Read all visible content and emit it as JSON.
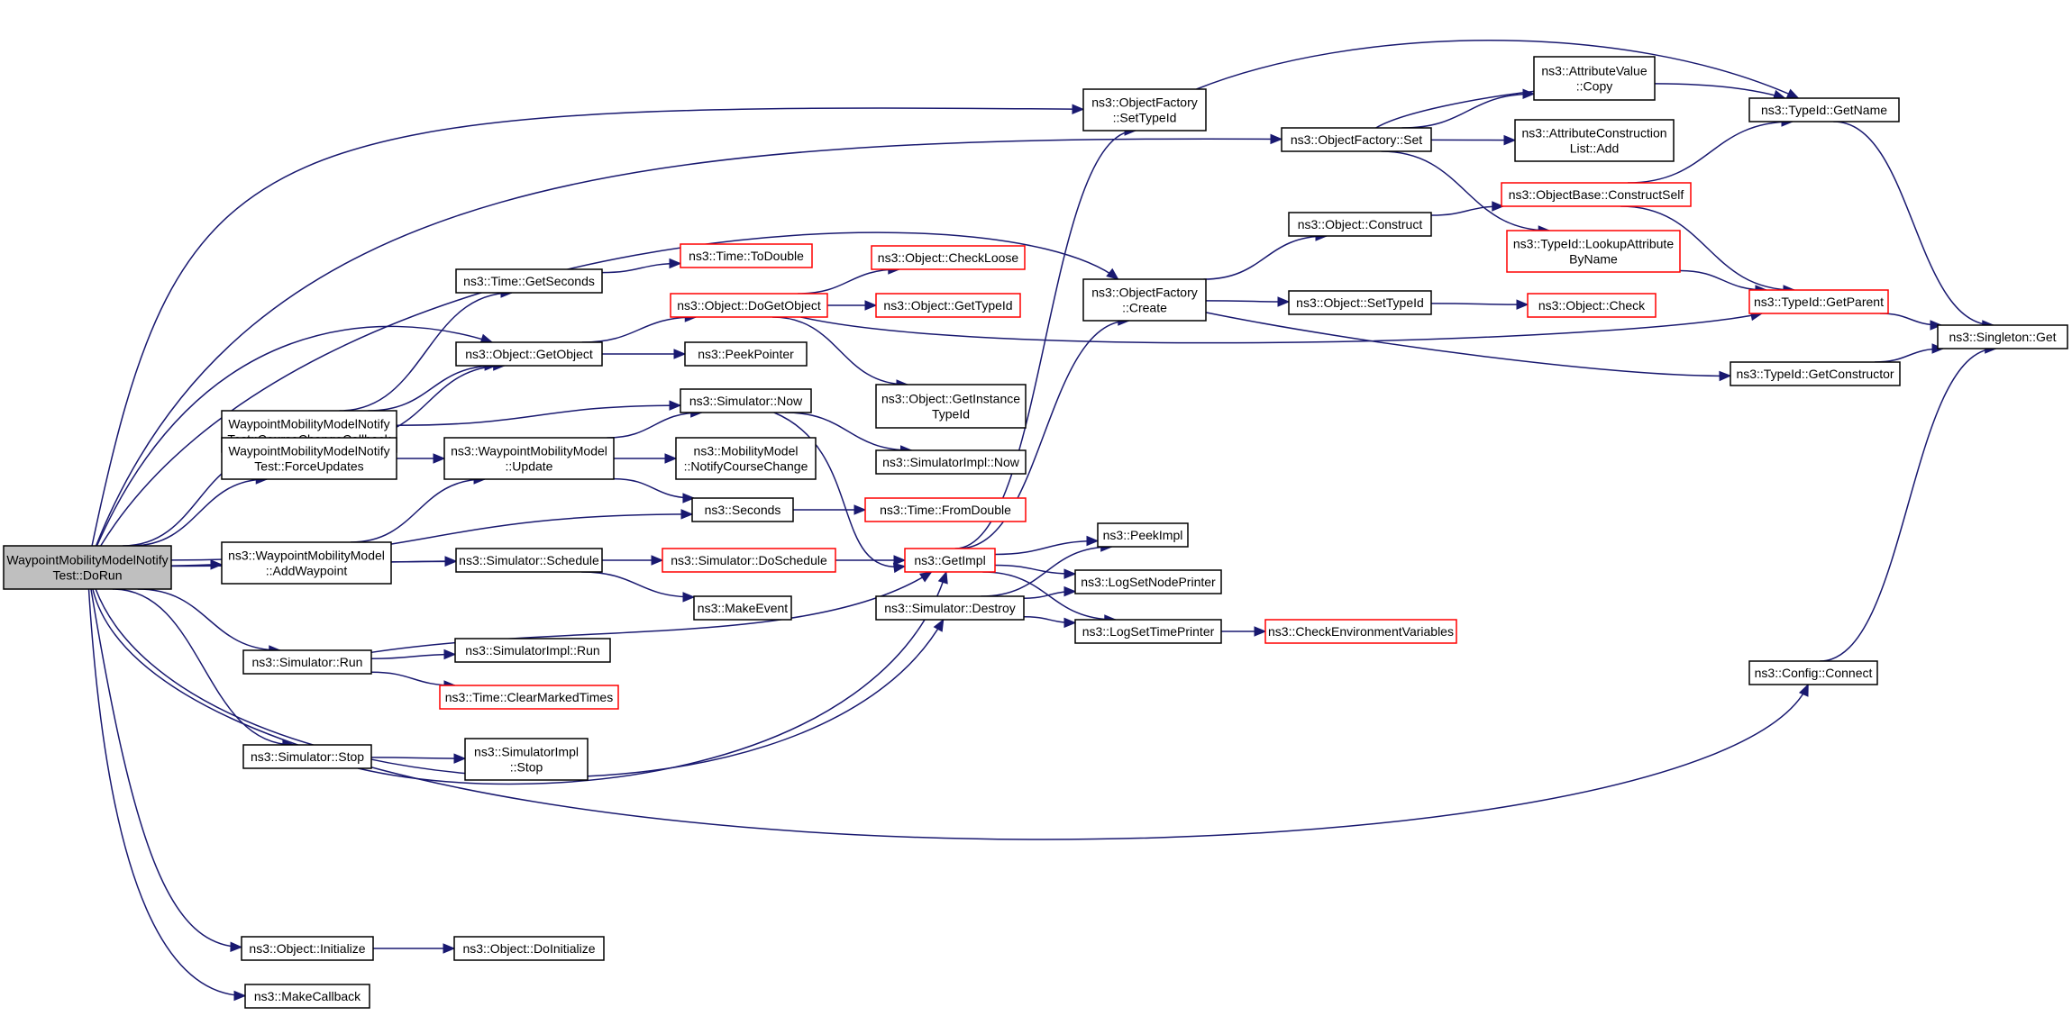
{
  "graph": {
    "nodes": [
      {
        "id": "root",
        "lines": [
          "WaypointMobilityModelNotify",
          "Test::DoRun"
        ],
        "root": true
      },
      {
        "id": "setTypeId",
        "lines": [
          "ns3::ObjectFactory",
          "::SetTypeId"
        ]
      },
      {
        "id": "ofSet",
        "lines": [
          "ns3::ObjectFactory::Set"
        ]
      },
      {
        "id": "ofCreate",
        "lines": [
          "ns3::ObjectFactory",
          "::Create"
        ]
      },
      {
        "id": "getSeconds",
        "lines": [
          "ns3::Time::GetSeconds"
        ]
      },
      {
        "id": "toDouble",
        "lines": [
          "ns3::Time::ToDouble"
        ],
        "truncated": true
      },
      {
        "id": "getObject",
        "lines": [
          "ns3::Object::GetObject"
        ]
      },
      {
        "id": "doGetObject",
        "lines": [
          "ns3::Object::DoGetObject"
        ],
        "truncated": true
      },
      {
        "id": "checkLoose",
        "lines": [
          "ns3::Object::CheckLoose"
        ],
        "truncated": true
      },
      {
        "id": "objGetTypeId",
        "lines": [
          "ns3::Object::GetTypeId"
        ],
        "truncated": true
      },
      {
        "id": "getInstanceTypeId",
        "lines": [
          "ns3::Object::GetInstance",
          "TypeId"
        ]
      },
      {
        "id": "peekPointer",
        "lines": [
          "ns3::PeekPointer"
        ]
      },
      {
        "id": "ccCallback",
        "lines": [
          "WaypointMobilityModelNotify",
          "Test::CourseChangeCallback"
        ]
      },
      {
        "id": "simNow",
        "lines": [
          "ns3::Simulator::Now"
        ]
      },
      {
        "id": "simImplNow",
        "lines": [
          "ns3::SimulatorImpl::Now"
        ]
      },
      {
        "id": "forceUpdates",
        "lines": [
          "WaypointMobilityModelNotify",
          "Test::ForceUpdates"
        ]
      },
      {
        "id": "wmmUpdate",
        "lines": [
          "ns3::WaypointMobilityModel",
          "::Update"
        ]
      },
      {
        "id": "notifyCourse",
        "lines": [
          "ns3::MobilityModel",
          "::NotifyCourseChange"
        ]
      },
      {
        "id": "seconds",
        "lines": [
          "ns3::Seconds"
        ]
      },
      {
        "id": "fromDouble",
        "lines": [
          "ns3::Time::FromDouble"
        ],
        "truncated": true
      },
      {
        "id": "addWaypoint",
        "lines": [
          "ns3::WaypointMobilityModel",
          "::AddWaypoint"
        ]
      },
      {
        "id": "schedule",
        "lines": [
          "ns3::Simulator::Schedule"
        ]
      },
      {
        "id": "doSchedule",
        "lines": [
          "ns3::Simulator::DoSchedule"
        ],
        "truncated": true
      },
      {
        "id": "getImpl",
        "lines": [
          "ns3::GetImpl"
        ],
        "truncated": true
      },
      {
        "id": "makeEvent",
        "lines": [
          "ns3::MakeEvent"
        ]
      },
      {
        "id": "simDestroy",
        "lines": [
          "ns3::Simulator::Destroy"
        ]
      },
      {
        "id": "simRun",
        "lines": [
          "ns3::Simulator::Run"
        ]
      },
      {
        "id": "simImplRun",
        "lines": [
          "ns3::SimulatorImpl::Run"
        ]
      },
      {
        "id": "clearMarked",
        "lines": [
          "ns3::Time::ClearMarkedTimes"
        ],
        "truncated": true
      },
      {
        "id": "simStop",
        "lines": [
          "ns3::Simulator::Stop"
        ]
      },
      {
        "id": "simImplStop",
        "lines": [
          "ns3::SimulatorImpl",
          "::Stop"
        ]
      },
      {
        "id": "objInitialize",
        "lines": [
          "ns3::Object::Initialize"
        ]
      },
      {
        "id": "doInitialize",
        "lines": [
          "ns3::Object::DoInitialize"
        ]
      },
      {
        "id": "makeCallback",
        "lines": [
          "ns3::MakeCallback"
        ]
      },
      {
        "id": "attrCopy",
        "lines": [
          "ns3::AttributeValue",
          "::Copy"
        ]
      },
      {
        "id": "attrListAdd",
        "lines": [
          "ns3::AttributeConstruction",
          "List::Add"
        ]
      },
      {
        "id": "objConstruct",
        "lines": [
          "ns3::Object::Construct"
        ]
      },
      {
        "id": "constructSelf",
        "lines": [
          "ns3::ObjectBase::ConstructSelf"
        ],
        "truncated": true
      },
      {
        "id": "lookupAttr",
        "lines": [
          "ns3::TypeId::LookupAttribute",
          "ByName"
        ],
        "truncated": true
      },
      {
        "id": "objSetTypeId",
        "lines": [
          "ns3::Object::SetTypeId"
        ]
      },
      {
        "id": "objCheck",
        "lines": [
          "ns3::Object::Check"
        ],
        "truncated": true
      },
      {
        "id": "typeGetName",
        "lines": [
          "ns3::TypeId::GetName"
        ]
      },
      {
        "id": "typeGetParent",
        "lines": [
          "ns3::TypeId::GetParent"
        ],
        "truncated": true
      },
      {
        "id": "singletonGet",
        "lines": [
          "ns3::Singleton::Get"
        ]
      },
      {
        "id": "getConstructor",
        "lines": [
          "ns3::TypeId::GetConstructor"
        ]
      },
      {
        "id": "peekImpl",
        "lines": [
          "ns3::PeekImpl"
        ]
      },
      {
        "id": "logNode",
        "lines": [
          "ns3::LogSetNodePrinter"
        ]
      },
      {
        "id": "logTime",
        "lines": [
          "ns3::LogSetTimePrinter"
        ]
      },
      {
        "id": "checkEnv",
        "lines": [
          "ns3::CheckEnvironmentVariables"
        ],
        "truncated": true
      },
      {
        "id": "configConnect",
        "lines": [
          "ns3::Config::Connect"
        ]
      }
    ],
    "edges": [
      {
        "from": "root",
        "to": "setTypeId"
      },
      {
        "from": "root",
        "to": "ofSet"
      },
      {
        "from": "root",
        "to": "ofCreate"
      },
      {
        "from": "root",
        "to": "getObject"
      },
      {
        "from": "root",
        "to": "ccCallback"
      },
      {
        "from": "root",
        "to": "forceUpdates"
      },
      {
        "from": "root",
        "to": "seconds"
      },
      {
        "from": "root",
        "to": "addWaypoint"
      },
      {
        "from": "root",
        "to": "schedule"
      },
      {
        "from": "root",
        "to": "simRun"
      },
      {
        "from": "root",
        "to": "simStop"
      },
      {
        "from": "root",
        "to": "simDestroy"
      },
      {
        "from": "root",
        "to": "configConnect"
      },
      {
        "from": "root",
        "to": "objInitialize"
      },
      {
        "from": "root",
        "to": "makeCallback"
      },
      {
        "from": "setTypeId",
        "to": "typeGetName"
      },
      {
        "from": "ofSet",
        "to": "attrCopy"
      },
      {
        "from": "ofSet",
        "to": "attrListAdd"
      },
      {
        "from": "ofSet",
        "to": "lookupAttr"
      },
      {
        "from": "ofSet",
        "to": "typeGetName"
      },
      {
        "from": "ofCreate",
        "to": "objConstruct"
      },
      {
        "from": "ofCreate",
        "to": "objSetTypeId"
      },
      {
        "from": "ofCreate",
        "to": "getConstructor"
      },
      {
        "from": "objConstruct",
        "to": "constructSelf"
      },
      {
        "from": "constructSelf",
        "to": "typeGetName"
      },
      {
        "from": "constructSelf",
        "to": "typeGetParent"
      },
      {
        "from": "lookupAttr",
        "to": "typeGetParent"
      },
      {
        "from": "objSetTypeId",
        "to": "objCheck"
      },
      {
        "from": "typeGetName",
        "to": "singletonGet"
      },
      {
        "from": "typeGetParent",
        "to": "singletonGet"
      },
      {
        "from": "getConstructor",
        "to": "singletonGet"
      },
      {
        "from": "configConnect",
        "to": "singletonGet"
      },
      {
        "from": "ccCallback",
        "to": "getSeconds"
      },
      {
        "from": "ccCallback",
        "to": "getObject"
      },
      {
        "from": "ccCallback",
        "to": "simNow"
      },
      {
        "from": "forceUpdates",
        "to": "getObject"
      },
      {
        "from": "forceUpdates",
        "to": "wmmUpdate"
      },
      {
        "from": "getSeconds",
        "to": "toDouble"
      },
      {
        "from": "getObject",
        "to": "doGetObject"
      },
      {
        "from": "getObject",
        "to": "peekPointer"
      },
      {
        "from": "doGetObject",
        "to": "checkLoose"
      },
      {
        "from": "doGetObject",
        "to": "objGetTypeId"
      },
      {
        "from": "doGetObject",
        "to": "getInstanceTypeId"
      },
      {
        "from": "doGetObject",
        "to": "typeGetParent"
      },
      {
        "from": "wmmUpdate",
        "to": "simNow"
      },
      {
        "from": "wmmUpdate",
        "to": "notifyCourse"
      },
      {
        "from": "wmmUpdate",
        "to": "seconds"
      },
      {
        "from": "addWaypoint",
        "to": "wmmUpdate"
      },
      {
        "from": "addWaypoint",
        "to": "schedule"
      },
      {
        "from": "simNow",
        "to": "simImplNow"
      },
      {
        "from": "simNow",
        "to": "getImpl"
      },
      {
        "from": "seconds",
        "to": "fromDouble"
      },
      {
        "from": "schedule",
        "to": "doSchedule"
      },
      {
        "from": "schedule",
        "to": "makeEvent"
      },
      {
        "from": "doSchedule",
        "to": "getImpl"
      },
      {
        "from": "simRun",
        "to": "getImpl"
      },
      {
        "from": "simRun",
        "to": "simImplRun"
      },
      {
        "from": "simRun",
        "to": "clearMarked"
      },
      {
        "from": "simStop",
        "to": "simImplStop"
      },
      {
        "from": "simStop",
        "to": "getImpl"
      },
      {
        "from": "getImpl",
        "to": "setTypeId"
      },
      {
        "from": "getImpl",
        "to": "ofCreate"
      },
      {
        "from": "getImpl",
        "to": "peekImpl"
      },
      {
        "from": "getImpl",
        "to": "logNode"
      },
      {
        "from": "getImpl",
        "to": "logTime"
      },
      {
        "from": "simDestroy",
        "to": "peekImpl"
      },
      {
        "from": "simDestroy",
        "to": "logNode"
      },
      {
        "from": "simDestroy",
        "to": "logTime"
      },
      {
        "from": "logTime",
        "to": "checkEnv"
      },
      {
        "from": "objInitialize",
        "to": "doInitialize"
      }
    ]
  }
}
